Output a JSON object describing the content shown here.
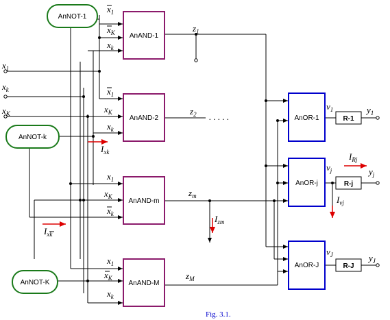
{
  "caption": "Fig. 3.1.",
  "colors": {
    "not_block": "#1a7a1a",
    "and_block": "#8b1a6b",
    "or_block": "#0000cc",
    "arrow": "#dd0000",
    "wire": "#000000"
  },
  "not_blocks": {
    "n1": "AnNOT-1",
    "nk": "AnNOT-k",
    "nK": "AnNOT-K"
  },
  "and_blocks": {
    "a1": "AnAND-1",
    "a2": "AnAND-2",
    "am": "AnAND-m",
    "aM": "AnAND-M"
  },
  "or_blocks": {
    "o1": "AnOR-1",
    "oj": "AnOR-j",
    "oJ": "AnOR-J"
  },
  "r_blocks": {
    "r1": "R-1",
    "rj": "R-j",
    "rJ": "R-J"
  },
  "inputs": {
    "x1": "x",
    "x1s": "1",
    "xk": "x",
    "xks": "k",
    "xK": "x",
    "xKs": "K"
  },
  "and1_in": {
    "a": "x",
    "as": "1",
    "b": "x",
    "bs": "K",
    "c": "x",
    "cs": "k"
  },
  "and2_in": {
    "a": "x",
    "as": "1",
    "b": "x",
    "bs": "K",
    "c": "x",
    "cs": "k"
  },
  "andm_in": {
    "a": "x",
    "as": "1",
    "b": "x",
    "bs": "K",
    "c": "x",
    "cs": "k"
  },
  "andM_in": {
    "a": "x",
    "as": "1",
    "b": "x",
    "bs": "K",
    "c": "x",
    "cs": "k"
  },
  "outputs": {
    "z1": "z",
    "z1s": "1",
    "z2": "z",
    "z2s": "2",
    "dots": ". . . . .",
    "zm": "z",
    "zms": "m",
    "zM": "z",
    "zMs": "M",
    "v1": "v",
    "v1s": "1",
    "vj": "v",
    "vjs": "j",
    "vJ": "v",
    "vJs": "J",
    "y1": "y",
    "y1s": "1",
    "yj": "y",
    "yjs": "j",
    "yJ": "y",
    "yJs": "J"
  },
  "currents": {
    "ixk": "I",
    "ixks": "xk",
    "ixk2": "I",
    "ixk2s": "xk",
    "izm": "I",
    "izms": "zm",
    "irj": "I",
    "irjs": "Rj",
    "ivj": "I",
    "ivjs": "vj"
  }
}
